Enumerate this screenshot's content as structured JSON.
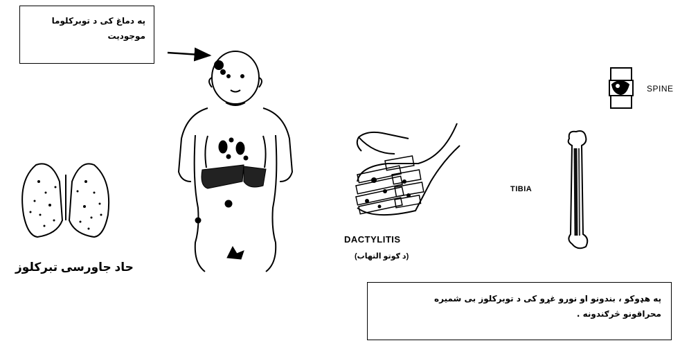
{
  "callouts": {
    "brain_tuberculoma_line1": "په دماغ کی د توبرکلوما",
    "brain_tuberculoma_line2": "موجودیت",
    "sites_line1": "په هډوکو ، بندونو او نورو غړو کی د توبرکلوز بی شمیره",
    "sites_line2": "محراقونو څرګندونه ."
  },
  "labels": {
    "dactylitis": "DACTYLITIS",
    "dactylitis_sub": "(د ګوتو التهاب)",
    "tibia": "TIBIA",
    "spine": "SPINE",
    "miliary_tb": "حاد جاورسی تبرکلوز"
  }
}
